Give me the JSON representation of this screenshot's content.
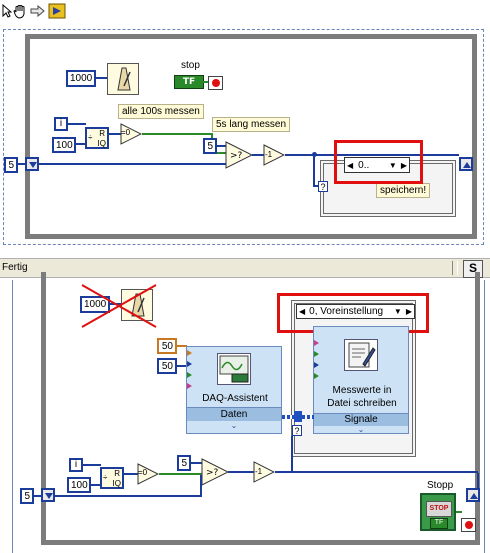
{
  "top_diagram": {
    "wait_constant": "1000",
    "stop_label": "stop",
    "stop_tf": "TF",
    "note_100s": "alle 100s messen",
    "note_5s": "5s lang messen",
    "iter_label": "i",
    "const_100": "100",
    "const_5_inner": "5",
    "const_5_left": "5",
    "quotient_r": "R",
    "quotient_iq": "IQ",
    "eq_zero": "=0",
    "minus_one": "-1",
    "case_selector": "0..",
    "question_mark": "?",
    "save_note": "speichern!"
  },
  "statusbar": {
    "text": "Fertig",
    "s_button": "S"
  },
  "bottom_diagram": {
    "wait_constant": "1000",
    "case_selector": "0, Voreinstellung",
    "const_50_a": "50",
    "const_50_b": "50",
    "daq_title": "DAQ-Assistent",
    "daq_output": "Daten",
    "write_title_line1": "Messwerte in",
    "write_title_line2": "Datei schreiben",
    "write_output": "Signale",
    "iter_label": "i",
    "const_100": "100",
    "const_5_inner": "5",
    "const_5_left": "5",
    "quotient_r": "R",
    "quotient_iq": "IQ",
    "eq_zero": "=0",
    "minus_one": "-1",
    "question_mark": "?",
    "stop_label": "Stopp",
    "stop_button_text": "STOP",
    "stop_tf": "TF"
  },
  "colors": {
    "integer_wire": "#1c3c9c",
    "boolean_wire": "#2a8a2a",
    "dynamic_wire": "#2050c0",
    "highlight": "#e01010",
    "loop_frame": "#7c7c7c"
  }
}
